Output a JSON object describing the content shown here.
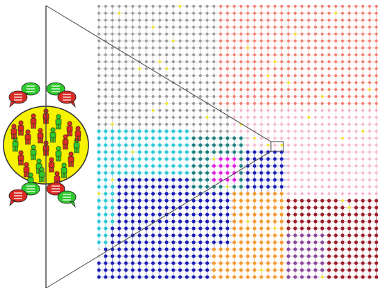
{
  "palette": {
    "gray": "#9a9a9a",
    "salmon": "#f07b6e",
    "pink": "#f2b9cc",
    "cyan": "#2fc9d6",
    "navy": "#1b1fb4",
    "teal": "#1f7f7f",
    "magenta": "#e21ee2",
    "orange": "#f39a32",
    "darkred": "#9c1f2a",
    "purple": "#8a4a9a",
    "yellow": "#f2e430",
    "pale": "#e8e0e8",
    "pale_gray": "#d4d4d4",
    "lattice_line": "#b8b8b8"
  },
  "population": {
    "circle_fill": "#f6f200",
    "circle_stroke": "#333333",
    "red_agent": "#d92b24",
    "green_agent": "#2ec92c",
    "agents": [
      "red",
      "red",
      "red",
      "green",
      "red",
      "green",
      "red",
      "red",
      "green",
      "red",
      "green",
      "red",
      "green",
      "red",
      "green",
      "red",
      "red",
      "green",
      "red",
      "green",
      "red",
      "red",
      "green",
      "red",
      "green"
    ]
  },
  "speech_bubbles": [
    {
      "color": "red-bubble",
      "icon": "speech-bubble-icon"
    },
    {
      "color": "green-bubble",
      "icon": "speech-bubble-icon"
    },
    {
      "color": "red-bubble",
      "icon": "speech-bubble-icon"
    },
    {
      "color": "green-bubble",
      "icon": "speech-bubble-icon"
    },
    {
      "color": "red-bubble",
      "icon": "speech-bubble-icon"
    },
    {
      "color": "green-bubble",
      "icon": "speech-bubble-icon"
    },
    {
      "color": "red-bubble",
      "icon": "speech-bubble-icon"
    },
    {
      "color": "green-bubble",
      "icon": "speech-bubble-icon"
    }
  ],
  "lattice": {
    "cols": 42,
    "rows": 40,
    "regions": [
      {
        "name": "gray",
        "color": "#9a9a9a"
      },
      {
        "name": "salmon",
        "color": "#f07b6e"
      },
      {
        "name": "pink",
        "color": "#f2b9cc"
      },
      {
        "name": "cyan",
        "color": "#2fc9d6"
      },
      {
        "name": "navy",
        "color": "#1b1fb4"
      },
      {
        "name": "teal",
        "color": "#1f7f7f"
      },
      {
        "name": "magenta",
        "color": "#e21ee2"
      },
      {
        "name": "orange",
        "color": "#f39a32"
      },
      {
        "name": "darkred",
        "color": "#9c1f2a"
      },
      {
        "name": "purple",
        "color": "#8a4a9a"
      }
    ],
    "highlight_color": "#f2e430"
  }
}
